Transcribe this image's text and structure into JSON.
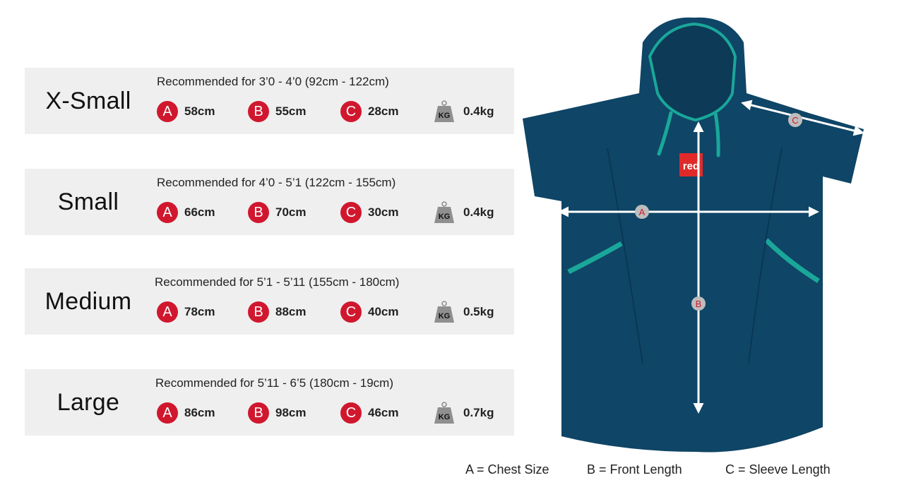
{
  "sizes": [
    {
      "name": "X-Small",
      "recommended": "Recommended for 3’0 - 4’0 (92cm - 122cm)",
      "chest": "58cm",
      "length": "55cm",
      "sleeve": "28cm",
      "weight": "0.4kg"
    },
    {
      "name": "Small",
      "recommended": "Recommended for 4’0 - 5’1 (122cm - 155cm)",
      "chest": "66cm",
      "length": "70cm",
      "sleeve": "30cm",
      "weight": "0.4kg"
    },
    {
      "name": "Medium",
      "recommended": "Recommended for 5’1 - 5’11 (155cm - 180cm)",
      "chest": "78cm",
      "length": "88cm",
      "sleeve": "40cm",
      "weight": "0.5kg"
    },
    {
      "name": "Large",
      "recommended": "Recommended for 5’11 - 6’5 (180cm - 19cm)",
      "chest": "86cm",
      "length": "98cm",
      "sleeve": "46cm",
      "weight": "0.7kg"
    }
  ],
  "badges": {
    "a": "A",
    "b": "B",
    "c": "C",
    "kg": "KG"
  },
  "legend": {
    "a": "A = Chest Size",
    "b": "B = Front Length",
    "c": "C = Sleeve Length"
  },
  "diagram": {
    "logo_text": "red",
    "marker_a": "A",
    "marker_b": "B",
    "marker_c": "C"
  },
  "colors": {
    "badge_red": "#d0172e",
    "row_bg": "#efefef",
    "garment_navy": "#0f4566",
    "trim_teal": "#1aa79a",
    "kg_gray": "#8f8f8f"
  }
}
